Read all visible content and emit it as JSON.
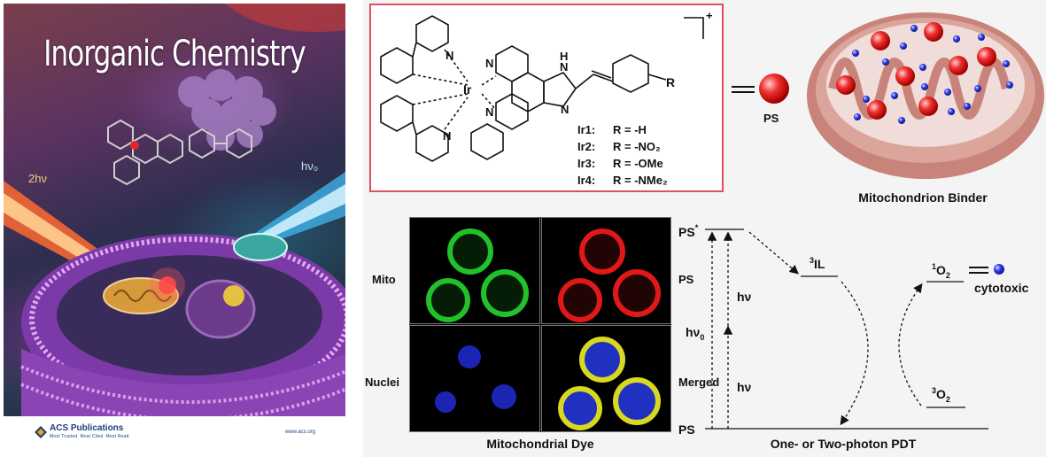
{
  "cover": {
    "title": "Inorganic Chemistry",
    "photon_left": "2hν",
    "photon_right": "hν₀",
    "publisher": "ACS Publications",
    "tagline": "Most Trusted. Most Cited. Most Read.",
    "url": "www.acs.org"
  },
  "structure": {
    "charge": "+",
    "metal": "Ir",
    "atoms": {
      "N": "N",
      "H": "H",
      "R": "R"
    },
    "variants": [
      {
        "label": "Ir1:",
        "r": "R = -H"
      },
      {
        "label": "Ir2:",
        "r": "R = -NO₂"
      },
      {
        "label": "Ir3:",
        "r": "R = -OMe"
      },
      {
        "label": "Ir4:",
        "r": "R = -NMe₂"
      }
    ],
    "equals": "═",
    "ps_label": "PS"
  },
  "mitochondrion": {
    "caption": "Mitochondrion Binder"
  },
  "microscopy": {
    "labels": {
      "mito": "Mito",
      "ps": "PS",
      "nuclei": "Nuclei",
      "merged": "Merged"
    },
    "caption": "Mitochondrial Dye",
    "colors": {
      "mito": "#22c02a",
      "ps": "#e01818",
      "nuclei": "#2030e0",
      "merged_ring": "#d8d820"
    }
  },
  "energy": {
    "ps_excited": "PS",
    "star": "*",
    "ps_ground": "PS",
    "il_super": "3",
    "il": "IL",
    "singlet_super": "1",
    "singlet": "O",
    "singlet_sub": "2",
    "triplet_super": "3",
    "triplet": "O",
    "triplet_sub": "2",
    "hv": "hν",
    "hv_lower": "hν",
    "hv0": "hν",
    "hv0_sub": "0",
    "cytotoxic": "cytotoxic",
    "caption": "One- or Two-photon PDT"
  },
  "colors": {
    "box_border": "#e05060",
    "ps_sphere": "#e02020",
    "o2_sphere": "#2a38e0",
    "mito_body": "#d29a90"
  }
}
